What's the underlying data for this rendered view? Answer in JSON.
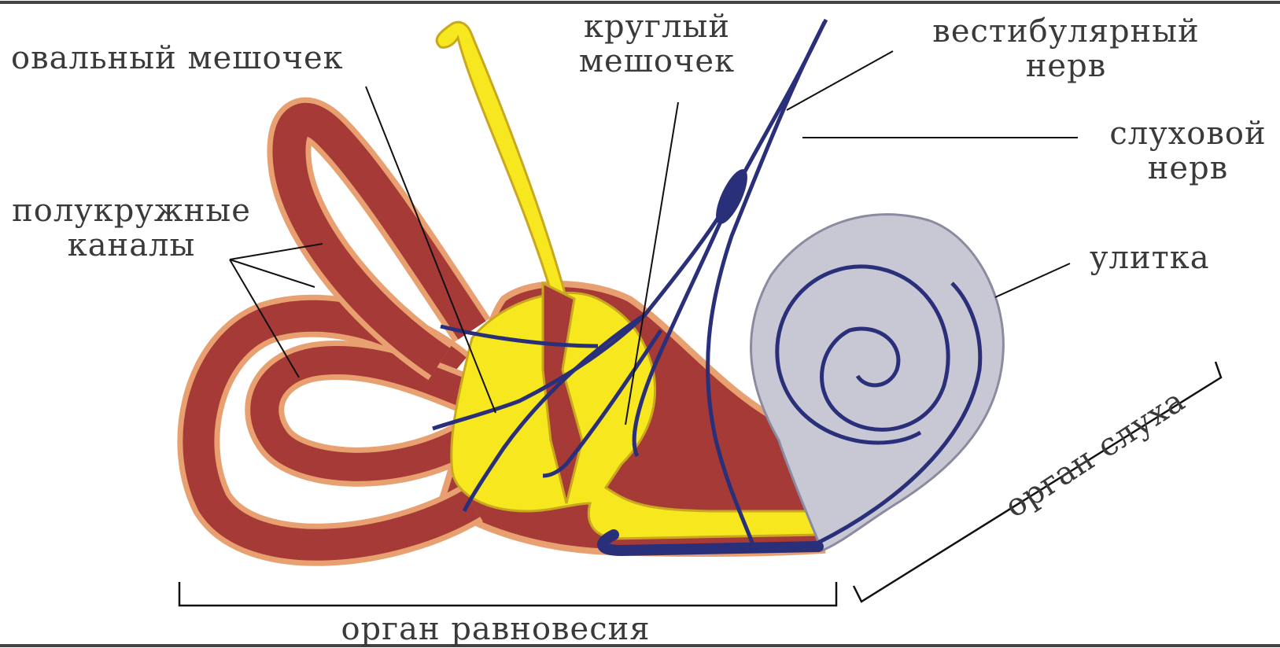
{
  "labels": {
    "oval_sac": "овальный мешочек",
    "round_sac_line1": "круглый",
    "round_sac_line2": "мешочек",
    "vestibular_nerve_line1": "вестибулярный",
    "vestibular_nerve_line2": "нерв",
    "auditory_nerve_line1": "слуховой",
    "auditory_nerve_line2": "нерв",
    "semicircular_canals_line1": "полукружные",
    "semicircular_canals_line2": "каналы",
    "cochlea": "улитка",
    "organ_of_balance": "орган равновесия",
    "organ_of_hearing": "орган слуха"
  },
  "colors": {
    "canal_red": "#a63a36",
    "canal_outline": "#e8a070",
    "sac_yellow": "#f7e71e",
    "cochlea_gray": "#c8c7d4",
    "nerve_blue": "#2a2f7a",
    "label_text": "#3a3a3a"
  }
}
